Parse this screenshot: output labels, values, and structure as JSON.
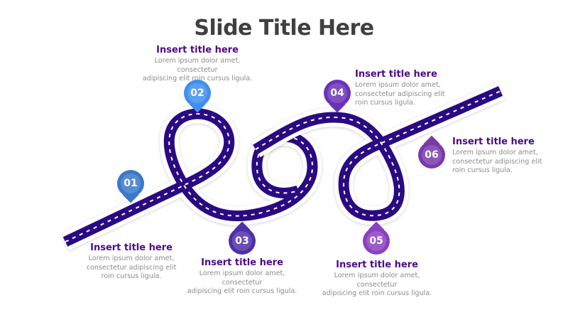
{
  "slide": {
    "title": "Slide Title Here"
  },
  "colors": {
    "road": "#2a0a82",
    "road_dash": "#ffffff",
    "title": "#404040",
    "step_title": "#4b0a8a",
    "step_text": "#8c8c8c"
  },
  "steps": [
    {
      "number": "01",
      "title": "Insert title here",
      "lines": [
        "Lorem ipsum dolor amet,",
        "consectetur adipiscing elit",
        "roin cursus ligula."
      ],
      "color": "#3a78c8"
    },
    {
      "number": "02",
      "title": "Insert title here",
      "lines": [
        "Lorem ipsum dolor amet, consectetur",
        "adipiscing elit roin cursus ligula."
      ],
      "color": "#3f8ff0"
    },
    {
      "number": "03",
      "title": "Insert title here",
      "lines": [
        "Lorem ipsum dolor amet, consectetur",
        "adipiscing elit roin cursus ligula."
      ],
      "color": "#4f2fa8"
    },
    {
      "number": "04",
      "title": "Insert title here",
      "lines": [
        "Lorem ipsum dolor amet,",
        "consectetur adipiscing elit",
        "roin cursus ligula."
      ],
      "color": "#6a32b8"
    },
    {
      "number": "05",
      "title": "Insert title here",
      "lines": [
        "Lorem ipsum dolor amet, consectetur",
        "adipiscing elit roin cursus ligula."
      ],
      "color": "#8a40c0"
    },
    {
      "number": "06",
      "title": "Insert title here",
      "lines": [
        "Lorem ipsum dolor amet,",
        "consectetur adipiscing elit",
        "roin cursus ligula."
      ],
      "color": "#7a3aa8"
    }
  ]
}
